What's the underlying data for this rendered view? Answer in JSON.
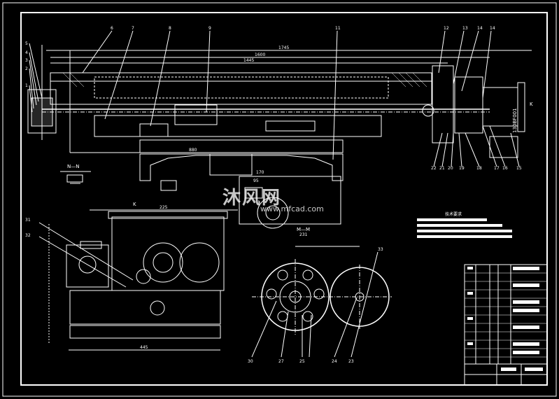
{
  "drawing": {
    "background": "#000000",
    "line_color": "#ffffff",
    "accent_color": "#ff3b3b"
  },
  "dimensions": {
    "d1745": "1745",
    "d1600": "1600",
    "d1445": "1445",
    "d880": "880",
    "d170": "170",
    "d95": "95",
    "d231": "231",
    "d445": "445",
    "d225": "225"
  },
  "section_labels": {
    "nn": "N—N",
    "mm": "M—M",
    "k_left": "K",
    "k_right": "K"
  },
  "balloons_top": [
    "6",
    "7",
    "8",
    "9",
    "11",
    "12",
    "13",
    "14"
  ],
  "balloons_left": [
    "5",
    "4",
    "3",
    "2",
    "1"
  ],
  "balloons_right_bottom": [
    "22",
    "21",
    "20",
    "19",
    "18",
    "17",
    "16",
    "15"
  ],
  "balloons_view_k": [
    "31",
    "32"
  ],
  "balloons_gear": [
    "30",
    "27",
    "25",
    "24",
    "23",
    "33"
  ],
  "motor_label": "130BF001",
  "notes_title": "技术要求",
  "watermark": {
    "brand": "沐风网",
    "url": "www.mfcad.com"
  }
}
